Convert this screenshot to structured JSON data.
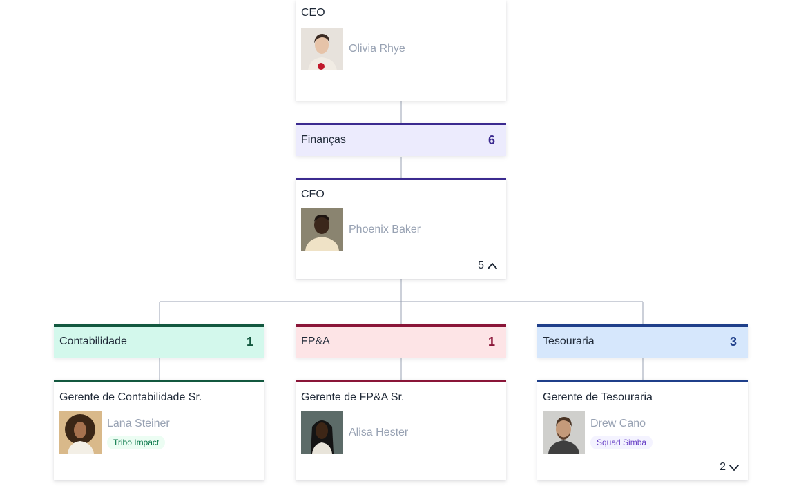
{
  "ceo": {
    "role": "CEO",
    "name": "Olivia Rhye"
  },
  "finance": {
    "label": "Finanças",
    "count": "6",
    "color": "#3b2a8f",
    "bg": "#ecebfd"
  },
  "cfo": {
    "role": "CFO",
    "name": "Phoenix Baker",
    "reports": "5",
    "expand_icon": "chevron-up-icon"
  },
  "departments": [
    {
      "label": "Contabilidade",
      "count": "1",
      "color": "#13583f",
      "bg": "#d3f8ec",
      "count_color": "#13583f"
    },
    {
      "label": "FP&A",
      "count": "1",
      "color": "#8a1538",
      "bg": "#fde4e6",
      "count_color": "#8a1538"
    },
    {
      "label": "Tesouraria",
      "count": "3",
      "color": "#1f3f8a",
      "bg": "#d6e7fc",
      "count_color": "#1f3f8a"
    }
  ],
  "managers": [
    {
      "role": "Gerente de Contabilidade Sr.",
      "name": "Lana Steiner",
      "tag": "Tribo Impact"
    },
    {
      "role": "Gerente de FP&A Sr.",
      "name": "Alisa Hester"
    },
    {
      "role": "Gerente de Tesouraria",
      "name": "Drew Cano",
      "tag": "Squad Simba",
      "reports": "2",
      "expand_icon": "chevron-down-icon"
    }
  ]
}
